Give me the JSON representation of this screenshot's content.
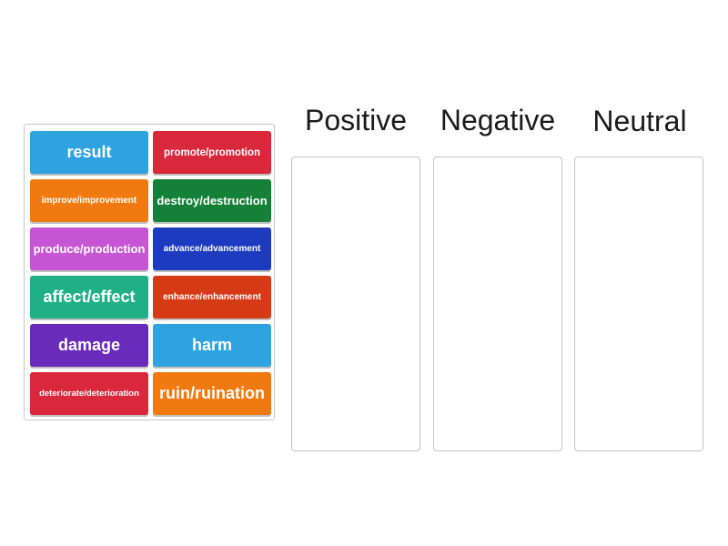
{
  "tiles": [
    {
      "label": "result",
      "color": "#2ea3df"
    },
    {
      "label": "promote/promotion",
      "color": "#d9283c"
    },
    {
      "label": "improve/improvement",
      "color": "#f07a10"
    },
    {
      "label": "destroy/destruction",
      "color": "#158138"
    },
    {
      "label": "produce/production",
      "color": "#c555d3"
    },
    {
      "label": "advance/advancement",
      "color": "#1d3bbf"
    },
    {
      "label": "affect/effect",
      "color": "#1fb086"
    },
    {
      "label": "enhance/enhancement",
      "color": "#d63a14"
    },
    {
      "label": "damage",
      "color": "#6a2bbd"
    },
    {
      "label": "harm",
      "color": "#2ea3df"
    },
    {
      "label": "deteriorate/deterioration",
      "color": "#d9283c"
    },
    {
      "label": "ruin/ruination",
      "color": "#f07a10"
    }
  ],
  "categories": [
    {
      "label": "Positive"
    },
    {
      "label": "Negative"
    },
    {
      "label": "Neutral"
    }
  ]
}
